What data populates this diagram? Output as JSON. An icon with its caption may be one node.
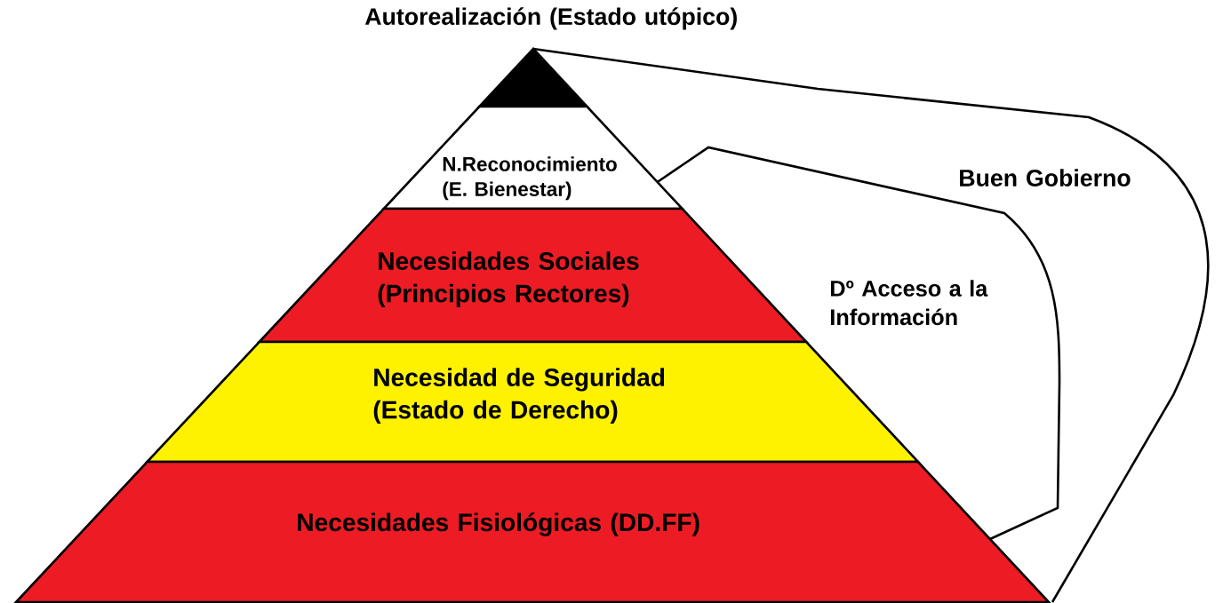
{
  "diagram": {
    "nodes": [
      {
        "text": [
          "Autorealización (Estado utópico)"
        ]
      },
      {
        "text": [
          "N.Reconocimiento (E. Bienestar)"
        ]
      },
      {
        "text": [
          "Necesidades Sociales (Principios Rectores)"
        ]
      },
      {
        "text": [
          "Necesidad de Seguridad (Estado de Derecho)"
        ]
      },
      {
        "text": [
          "Necesidades Fisiológicas (DD.FF)"
        ]
      }
    ],
    "labels": [
      "Buen Gobierno",
      "Dº Acceso a la Información"
    ]
  }
}
